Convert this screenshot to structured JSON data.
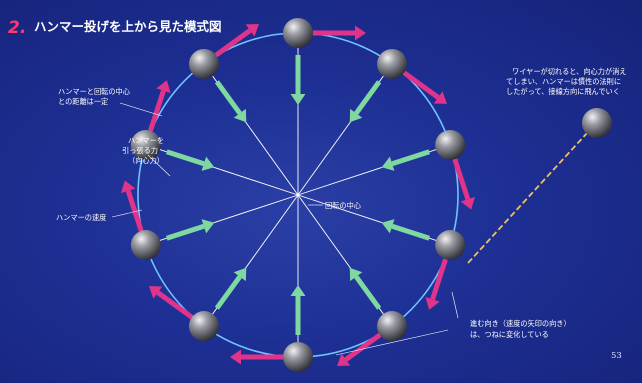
{
  "title": {
    "number": "2.",
    "text": "ハンマー投げを上から見た模式図"
  },
  "labels": {
    "distance_line1": "ハンマーと回転の中心",
    "distance_line2": "との距離は一定",
    "force_line1": "ハンマーを",
    "force_line2": "引っ張る力",
    "force_line3": "（向心力）",
    "velocity": "ハンマーの速度",
    "center": "回転の中心",
    "wire_line1": "ワイヤーが切れると、向心力が消え",
    "wire_line2": "てしまい、ハンマーは慣性の法則に",
    "wire_line3": "したがって、接線方向に飛んでいく",
    "direction_line1": "進む向き（速度の矢印の向き）",
    "direction_line2": "は、つねに変化している"
  },
  "page_number": "53",
  "colors": {
    "background": "#1d2f93",
    "orbit": "#6fc4ff",
    "force_arrow": "#7ed8a0",
    "velocity_arrow": "#e0338a",
    "wire": "#f0c060",
    "ball": "#8a8a92",
    "title_number": "#ff3b6b"
  },
  "elements": {
    "hammer_count": 10,
    "force_arrow_meaning": "ハンマーを引っ張る力（向心力）",
    "velocity_arrow_meaning": "ハンマーの速度"
  }
}
